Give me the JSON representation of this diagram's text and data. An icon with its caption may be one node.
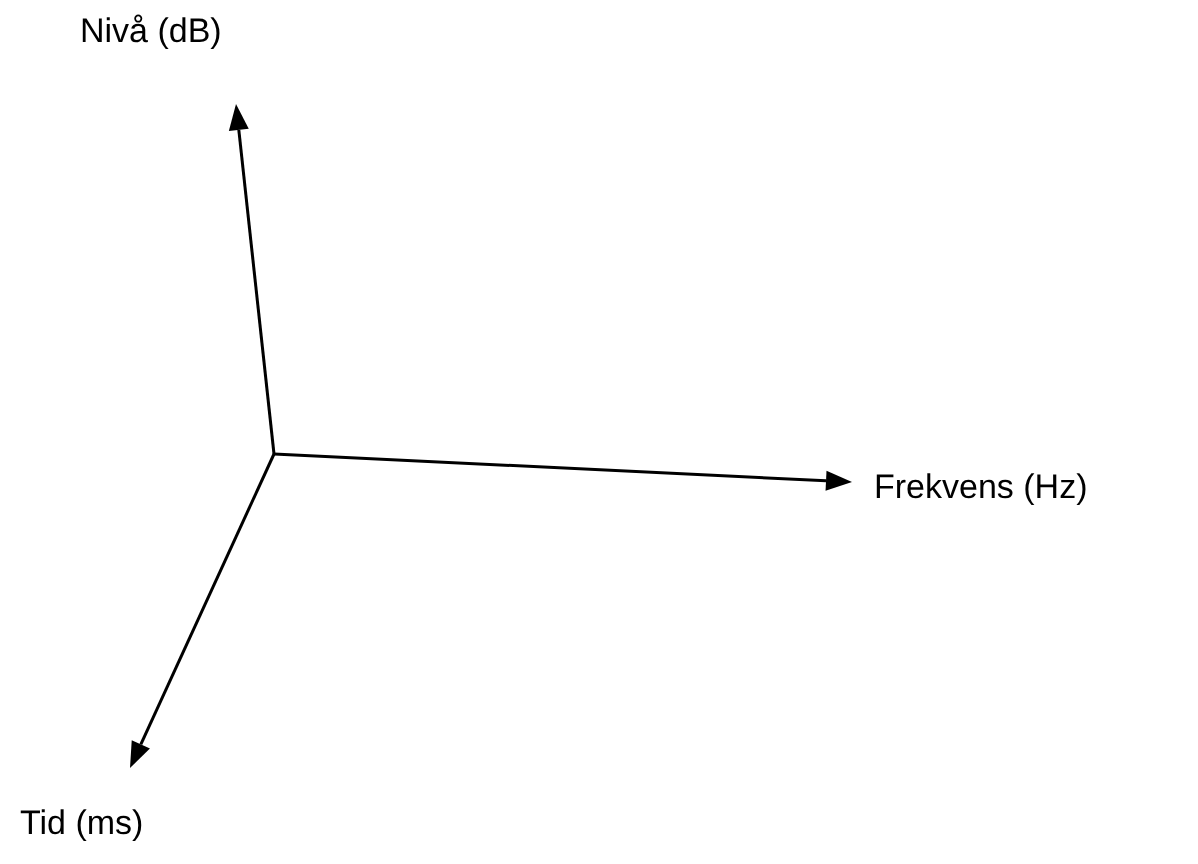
{
  "diagram": {
    "labels": [
      "Nivå (dB)",
      "Frekvens (Hz)",
      "Tid (ms)"
    ]
  }
}
